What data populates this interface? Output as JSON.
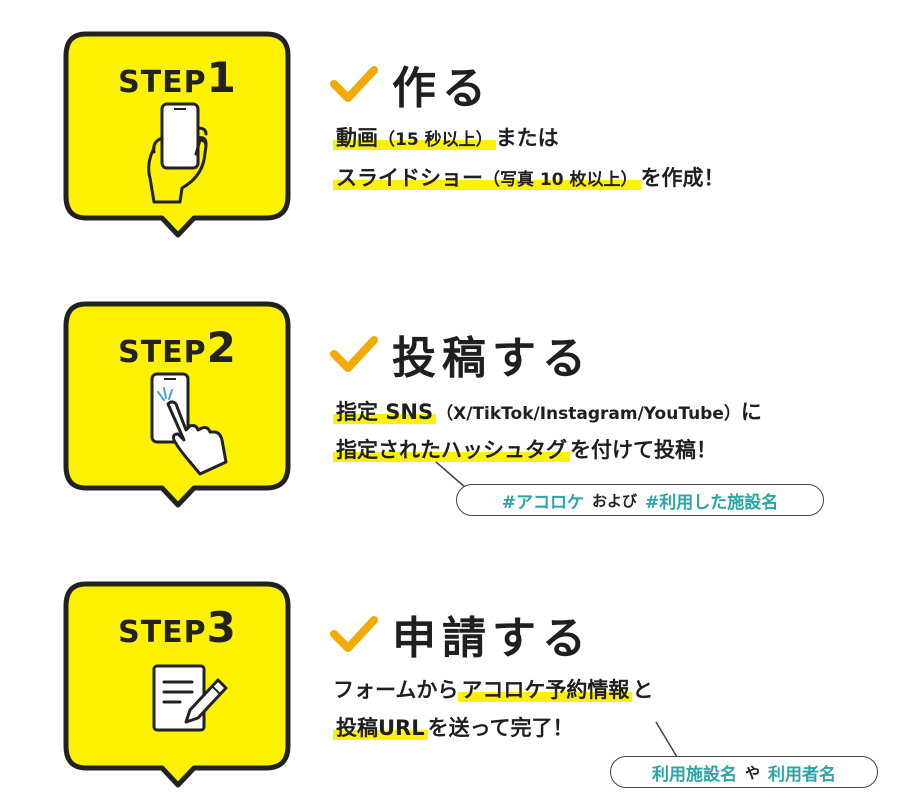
{
  "colors": {
    "badge": "#fff200",
    "accent": "#f2a900",
    "tag": "#2aa6a8"
  },
  "steps": [
    {
      "step_word": "STEP",
      "step_num": "1",
      "icon": "smartphone-in-hand-icon",
      "title": "作る",
      "line1": {
        "main": "動画",
        "paren": "（15 秒以上）",
        "tail": "または"
      },
      "line2": {
        "main": "スライドショー",
        "paren": "（写真 10 枚以上）",
        "tail": "を作成！"
      }
    },
    {
      "step_word": "STEP",
      "step_num": "2",
      "icon": "tapping-phone-icon",
      "title": "投稿する",
      "line1": {
        "main": "指定 SNS",
        "paren": "（X/TikTok/Instagram/YouTube）",
        "tail": "に"
      },
      "line2": {
        "main": "指定されたハッシュタグ",
        "tail": "を付けて投稿！"
      },
      "tag": {
        "a": "#アコロケ",
        "and": "および",
        "b": "#利用した施設名"
      }
    },
    {
      "step_word": "STEP",
      "step_num": "3",
      "icon": "form-with-pen-icon",
      "title": "申請する",
      "line1": {
        "pre": "フォームから",
        "main": "アコロケ予約情報",
        "tail": "と"
      },
      "line2": {
        "main": "投稿URL",
        "tail": "を送って完了！"
      },
      "tag": {
        "a": "利用施設名",
        "and": "や",
        "b": "利用者名"
      }
    }
  ]
}
